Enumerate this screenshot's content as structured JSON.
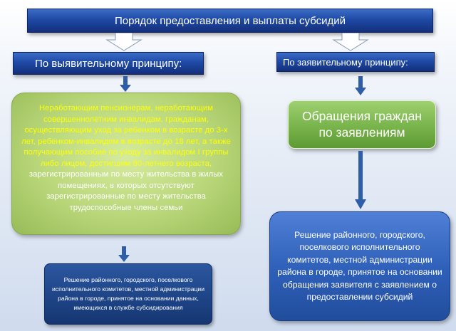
{
  "title": "Порядок предоставления и выплаты субсидий",
  "left_branch": {
    "header": "По выявительному принципу:",
    "eligible_highlight": "Неработающим пенсионерам, неработающим совершеннолетним инвалидам, гражданам, осуществляющим уход за ребенком в возрасте до 3-х лет, ребенком-инвалидом в возрасте до 18 лет, а также получающим пособие по уходу за инвалидом I группы либо лицом, достигшим 80-летнего возраста,",
    "eligible_condition": " зарегистрированным по месту жительства в жилых помещениях, в которых отсутствуют зарегистрированные по месту жительства трудоспособные члены семьи",
    "decision": "Решение районного, городского, поселкового исполнительного комитетов, местной администрации района в городе, принятое на основании данных, имеющихся в службе субсидирования"
  },
  "right_branch": {
    "header": "По заявительному принципу:",
    "basis": "Обращения граждан по заявлениям",
    "decision": "Решение районного, городского, поселкового исполнительного комитетов, местной администрации района в городе, принятое на основании обращения заявителя с заявлением о предоставлении субсидий"
  },
  "colors": {
    "header_blue": "#1e4aa5",
    "criteria_green": "#b9d77a",
    "highlight_text": "#ffff00",
    "basis_green": "#78b34b",
    "decision_blue": "#2e5fb8"
  }
}
